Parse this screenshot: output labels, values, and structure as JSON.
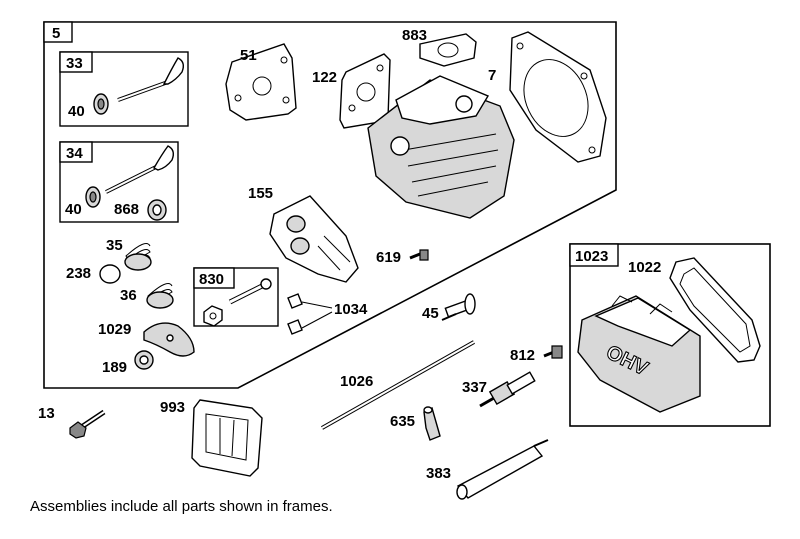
{
  "frames": {
    "f5": "5",
    "f33": "33",
    "f34": "34",
    "f830": "830",
    "f1023": "1023"
  },
  "labels": {
    "p51": "51",
    "p883": "883",
    "p122": "122",
    "p7": "7",
    "p40a": "40",
    "p40b": "40",
    "p868": "868",
    "p155": "155",
    "p35": "35",
    "p238": "238",
    "p36": "36",
    "p1029": "1029",
    "p189": "189",
    "p619": "619",
    "p1034": "1034",
    "p45": "45",
    "p1022": "1022",
    "p812": "812",
    "p1026": "1026",
    "p337": "337",
    "p13": "13",
    "p993": "993",
    "p635": "635",
    "p383": "383"
  },
  "cover_text": "OHV",
  "caption": "Assemblies include all parts shown in frames."
}
